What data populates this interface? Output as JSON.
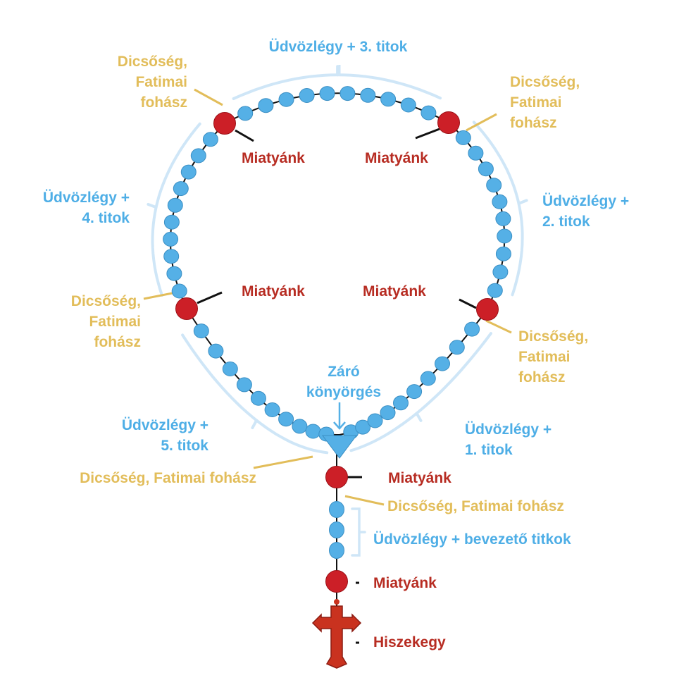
{
  "colors": {
    "bead_small": "#55b0e6",
    "bead_large": "#cc1f27",
    "cross": "#c9321f",
    "bracket": "#cfe6f7",
    "text_blue": "#4eaee6",
    "text_gold": "#e2bd5a",
    "text_red": "#b72c22",
    "connector_triangle": "#55b0e6"
  },
  "labels": {
    "hail_mary_3": "Üdvözlégy + 3. titok",
    "hail_mary_4": [
      "Üdvözlégy +",
      "4. titok"
    ],
    "hail_mary_2": [
      "Üdvözlégy +",
      "2. titok"
    ],
    "hail_mary_5": [
      "Üdvözlégy +",
      "5. titok"
    ],
    "hail_mary_1": [
      "Üdvözlégy +",
      "1. titok"
    ],
    "hail_mary_intro": "Üdvözlégy + bevezető titkok",
    "glory_top_left": [
      "Dicsőség,",
      "Fatimai",
      "fohász"
    ],
    "glory_top_right": [
      "Dicsőség,",
      "Fatimai",
      "fohász"
    ],
    "glory_mid_left": [
      "Dicsőség,",
      "Fatimai",
      "fohász"
    ],
    "glory_mid_right": [
      "Dicsőség,",
      "Fatimai",
      "fohász"
    ],
    "glory_bottom": "Dicsőség, Fatimai fohász",
    "glory_stem": "Dicsőség, Fatimai fohász",
    "our_father_tl": "Miatyánk",
    "our_father_tr": "Miatyánk",
    "our_father_ml": "Miatyánk",
    "our_father_mr": "Miatyánk",
    "our_father_stem1": "Miatyánk",
    "our_father_stem2": "Miatyánk",
    "creed": "Hiszekegy",
    "closing_prayer": [
      "Záró",
      "könyörgés"
    ]
  },
  "icons": {
    "cross": "crucifix-icon",
    "arrow": "arrow-down-icon"
  }
}
